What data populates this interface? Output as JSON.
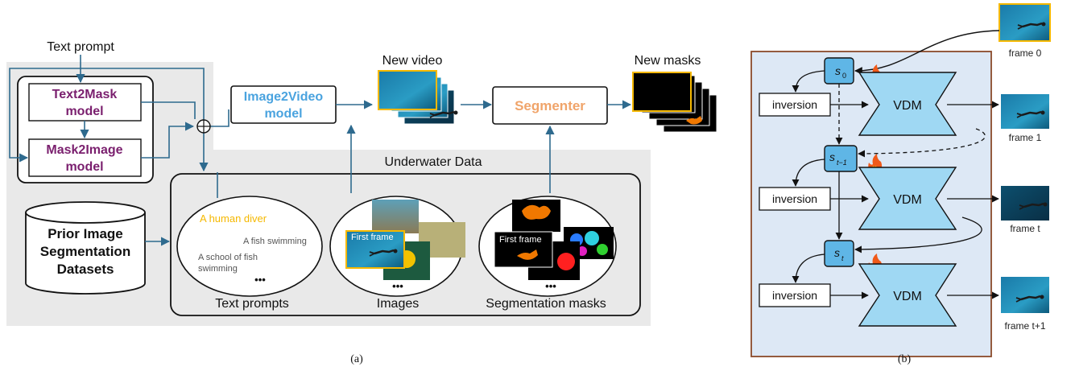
{
  "panel_a": {
    "caption": "(a)",
    "text_prompt_label": "Text prompt",
    "text2mask_line1": "Text2Mask",
    "text2mask_line2": "model",
    "mask2image_line1": "Mask2Image",
    "mask2image_line2": "model",
    "prior_line1": "Prior Image",
    "prior_line2": "Segmentation",
    "prior_line3": "Datasets",
    "image2video_line1": "Image2Video",
    "image2video_line2": "model",
    "new_video_label": "New video",
    "segmenter_label": "Segmenter",
    "new_masks_label": "New masks",
    "underwater_label": "Underwater Data",
    "prompt_highlight": "A human diver",
    "prompt_2": "A fish swimming",
    "prompt_3a": "A school of fish",
    "prompt_3b": "swimming",
    "ellipsis": "•••",
    "text_prompts_label": "Text prompts",
    "images_label": "Images",
    "first_frame_1": "First frame",
    "first_frame_2": "First frame",
    "seg_masks_label": "Segmentation masks",
    "colors": {
      "purple": "#7a1f6e",
      "cyan": "#4aa3df",
      "orange": "#f0a46a",
      "highlight": "#f5b800",
      "arrow": "#2e6a8e"
    }
  },
  "panel_b": {
    "caption": "(b)",
    "states": [
      "s0",
      "st-1",
      "st"
    ],
    "state_display": [
      {
        "base": "s",
        "sub": "0"
      },
      {
        "base": "s",
        "sub": "t−1"
      },
      {
        "base": "s",
        "sub": "t"
      }
    ],
    "inversion_label": "inversion",
    "vdm_label": "VDM",
    "frames": [
      "frame 0",
      "frame 1",
      "frame t",
      "frame t+1"
    ],
    "colors": {
      "panel_bg": "#dde8f5",
      "panel_border": "#8b4a2a",
      "vdm_fill": "#9fd8f3",
      "state_fill": "#5fb6e6"
    }
  }
}
